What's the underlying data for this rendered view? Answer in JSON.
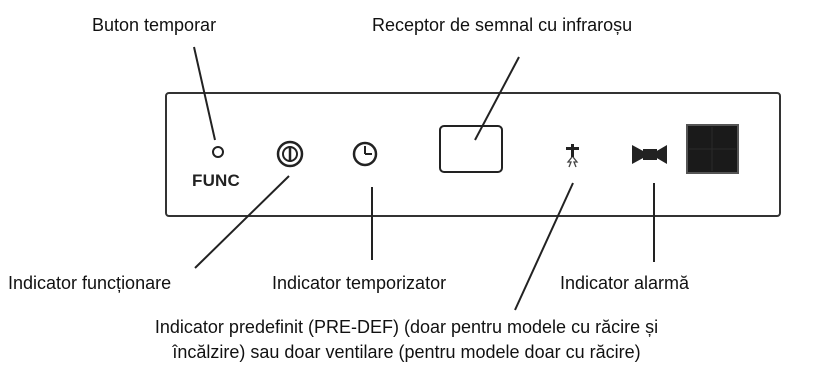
{
  "labels": {
    "temp_button": "Buton temporar",
    "ir_receiver": "Receptor de semnal cu infraroșu",
    "func_text": "FUNC",
    "operation_indicator": "Indicator funcționare",
    "timer_indicator": "Indicator temporizator",
    "alarm_indicator": "Indicator alarmă",
    "predef_line1": "Indicator predefinit (PRE-DEF) (doar pentru modele cu răcire și",
    "predef_line2": "încălzire) sau doar ventilare (pentru modele doar cu răcire)"
  },
  "icons": [
    "func-button-icon",
    "operation-indicator-icon",
    "timer-indicator-icon",
    "ir-receiver-window",
    "predef-fan-icon",
    "alarm-indicator-icon",
    "display-panel"
  ],
  "colors": {
    "line": "#222222",
    "panel_border": "#333333",
    "display_fill": "#1a1a1a"
  }
}
